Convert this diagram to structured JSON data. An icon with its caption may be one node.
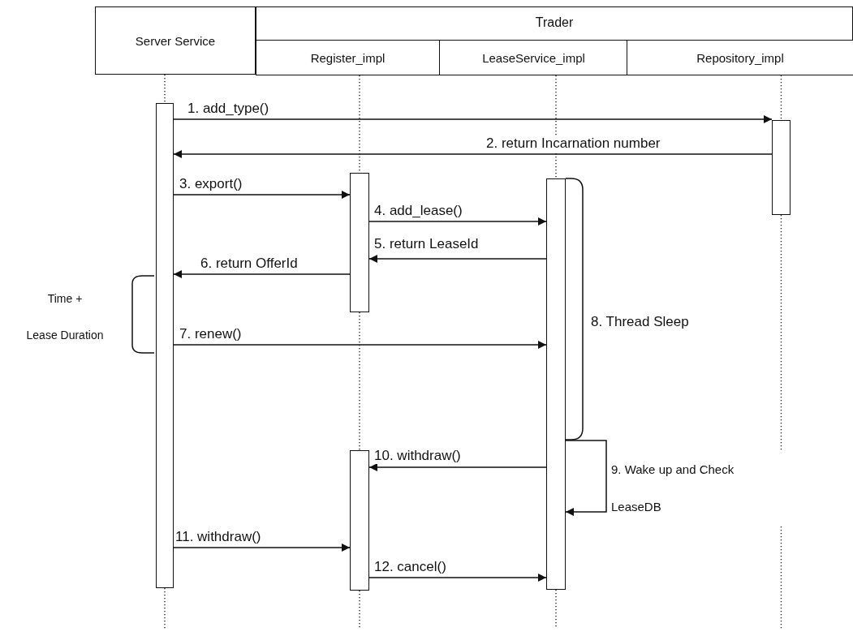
{
  "diagram": {
    "nodes": [
      {
        "text": [
          "Server Service"
        ]
      },
      {
        "text": [
          "Trader"
        ]
      },
      {
        "text": [
          "Register_impl"
        ],
        "in": 1
      },
      {
        "text": [
          "LeaseService_impl"
        ],
        "in": 1
      },
      {
        "text": [
          "Repository_impl"
        ],
        "in": 1
      },
      {
        "text": [],
        "shape": "bar"
      },
      {
        "text": [],
        "shape": "bar"
      },
      {
        "text": [],
        "shape": "bar"
      },
      {
        "text": [],
        "shape": "bar"
      },
      {
        "text": [],
        "shape": "bar"
      }
    ],
    "edges": [
      {
        "from": 5,
        "to": 9,
        "arrow": "to",
        "label": "1. add_type()"
      },
      {
        "from": 9,
        "to": 5,
        "arrow": "to",
        "label": "2. return Incarnation number"
      },
      {
        "from": 5,
        "to": 6,
        "arrow": "to",
        "label": "3. export()"
      },
      {
        "from": 6,
        "to": 8,
        "arrow": "to",
        "label": "4. add_lease()"
      },
      {
        "from": 8,
        "to": 6,
        "arrow": "to",
        "label": "5. return LeaseId"
      },
      {
        "from": 6,
        "to": 5,
        "arrow": "to",
        "label": "6. return OfferId"
      },
      {
        "from": 5,
        "to": 8,
        "arrow": "to",
        "label": "7. renew()"
      },
      {
        "from": 8,
        "to": 8,
        "arrow": "none",
        "label": "8. Thread Sleep"
      },
      {
        "from": 8,
        "to": 8,
        "arrow": "to",
        "label": "9. Wake up and Check LeaseDB"
      },
      {
        "from": 8,
        "to": 7,
        "arrow": "to",
        "label": "10. withdraw()"
      },
      {
        "from": 5,
        "to": 7,
        "arrow": "to",
        "label": "11. withdraw()"
      },
      {
        "from": 7,
        "to": 8,
        "arrow": "to",
        "label": "12. cancel()"
      },
      {
        "from": 0,
        "to": 5,
        "arrow": "none",
        "style": "dashed"
      },
      {
        "from": 5,
        "to": null,
        "arrow": "none",
        "style": "dashed"
      },
      {
        "from": 2,
        "to": 6,
        "arrow": "none",
        "style": "dashed"
      },
      {
        "from": 6,
        "to": 7,
        "arrow": "none",
        "style": "dashed"
      },
      {
        "from": 7,
        "to": null,
        "arrow": "none",
        "style": "dashed"
      },
      {
        "from": 3,
        "to": 8,
        "arrow": "none",
        "style": "dashed"
      },
      {
        "from": 8,
        "to": null,
        "arrow": "none",
        "style": "dashed"
      },
      {
        "from": 4,
        "to": 9,
        "arrow": "none",
        "style": "dashed"
      },
      {
        "from": 9,
        "to": null,
        "arrow": "none",
        "style": "dashed"
      }
    ],
    "labels": [
      "Time +",
      "Lease Duration"
    ]
  }
}
